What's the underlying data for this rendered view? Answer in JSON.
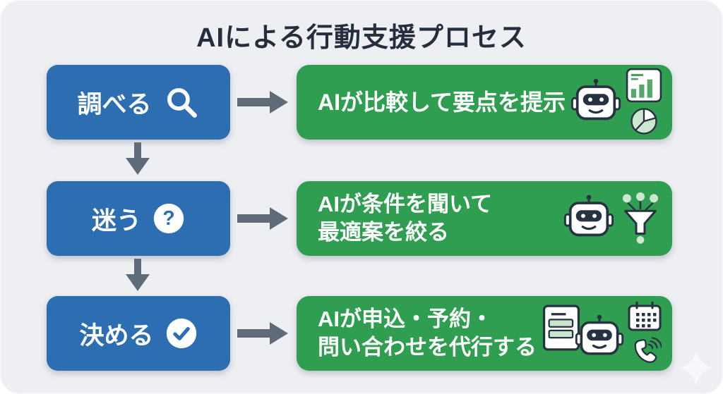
{
  "title": "AIによる行動支援プロセス",
  "colors": {
    "background": "#EDEFF3",
    "step_blue": "#2D6EB3",
    "result_green": "#2F9E50",
    "arrow_gray": "#5F6B79",
    "title_text": "#242E3C",
    "icon_outline": "#273141",
    "icon_light_green": "#CDE7D0"
  },
  "glyphs": {
    "question": "?"
  },
  "rows": [
    {
      "step": {
        "label": "調べる",
        "icon": "magnifier-icon"
      },
      "result": {
        "line1": "AIが比較して要点を提示",
        "line2": "",
        "icons": "robot-icon, bar-chart-icon, pie-chart-icon"
      }
    },
    {
      "step": {
        "label": "迷う",
        "icon": "question-icon"
      },
      "result": {
        "line1": "AIが条件を聞いて",
        "line2": "最適案を絞る",
        "icons": "robot-icon, funnel-icon"
      }
    },
    {
      "step": {
        "label": "決める",
        "icon": "check-icon"
      },
      "result": {
        "line1": "AIが申込・予約・",
        "line2": "問い合わせを代行する",
        "icons": "document-icon, robot-icon, calendar-icon, phone-icon"
      }
    }
  ]
}
